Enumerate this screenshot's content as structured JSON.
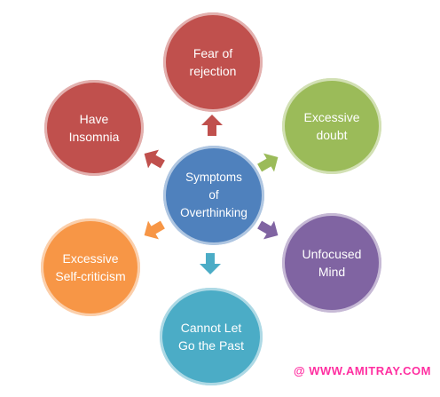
{
  "diagram": {
    "center": {
      "label": "Symptoms\nof\nOverthinking",
      "color": "#4f81bd"
    },
    "nodes": [
      {
        "id": "fear-of-rejection",
        "label": "Fear of\nrejection",
        "color": "#c0504d"
      },
      {
        "id": "excessive-doubt",
        "label": "Excessive\ndoubt",
        "color": "#9bbb59"
      },
      {
        "id": "unfocused-mind",
        "label": "Unfocused\nMind",
        "color": "#8064a2"
      },
      {
        "id": "cannot-let-go",
        "label": "Cannot Let\nGo the Past",
        "color": "#4bacc6"
      },
      {
        "id": "excessive-self-criticism",
        "label": "Excessive\nSelf-criticism",
        "color": "#f79646"
      },
      {
        "id": "have-insomnia",
        "label": "Have\nInsomnia",
        "color": "#c0504d"
      }
    ]
  },
  "watermark": "@ WWW.AMITRAY.COM"
}
